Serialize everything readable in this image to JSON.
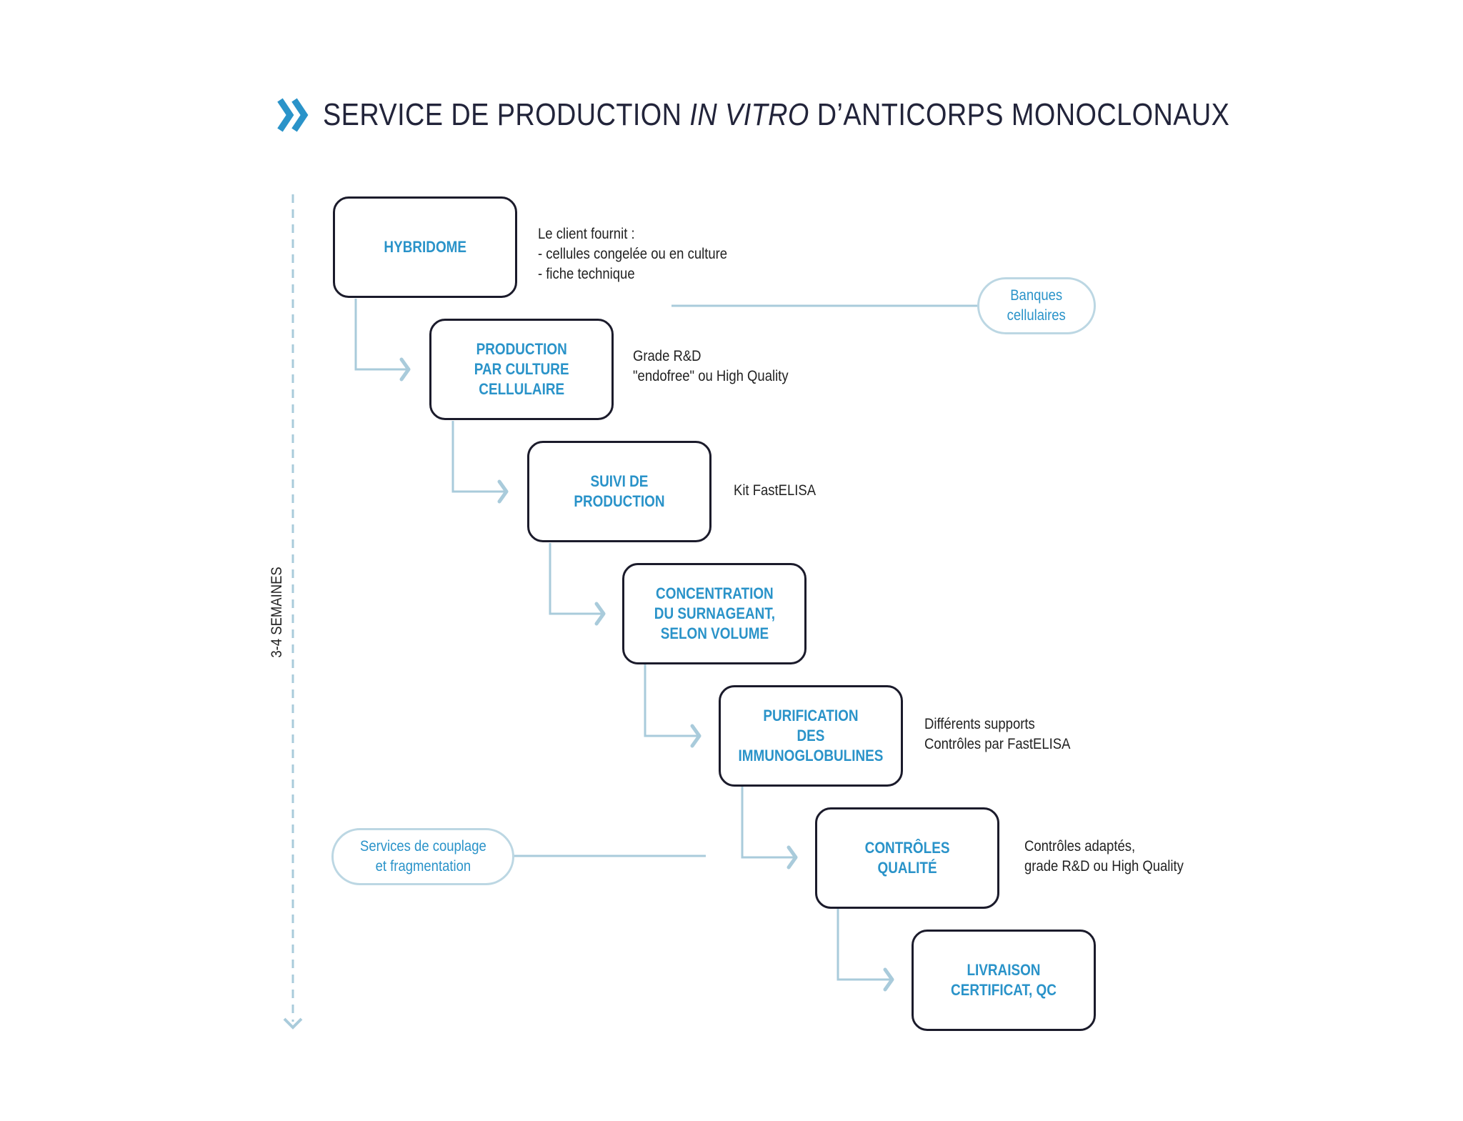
{
  "title": {
    "part1": "SERVICE DE PRODUCTION ",
    "italic": "IN VITRO",
    "part2": " D’ANTICORPS MONOCLONAUX"
  },
  "timeline": {
    "label": "3-4 SEMAINES"
  },
  "steps": [
    {
      "label": "HYBRIDOME"
    },
    {
      "label": "PRODUCTION\nPAR CULTURE\nCELLULAIRE"
    },
    {
      "label": "SUIVI DE\nPRODUCTION"
    },
    {
      "label": "CONCENTRATION\nDU SURNAGEANT,\nSELON VOLUME"
    },
    {
      "label": "PURIFICATION\nDES\nIMMUNOGLOBULINES"
    },
    {
      "label": "CONTRÔLES\nQUALITÉ"
    },
    {
      "label": "LIVRAISON\nCERTIFICAT, QC"
    }
  ],
  "notes": [
    "Le client fournit :\n- cellules congelée ou en culture\n- fiche technique",
    "Grade R&D\n\"endofree\" ou High Quality",
    "Kit FastELISA",
    "Différents supports\nContrôles par FastELISA",
    "Contrôles adaptés,\ngrade R&D ou High Quality"
  ],
  "pills": {
    "banques": "Banques\ncellulaires",
    "couplage": "Services de couplage\net fragmentation"
  },
  "colors": {
    "accent": "#2a93c9",
    "connector": "#a9cbdb",
    "box_border": "#1b1b2b"
  }
}
